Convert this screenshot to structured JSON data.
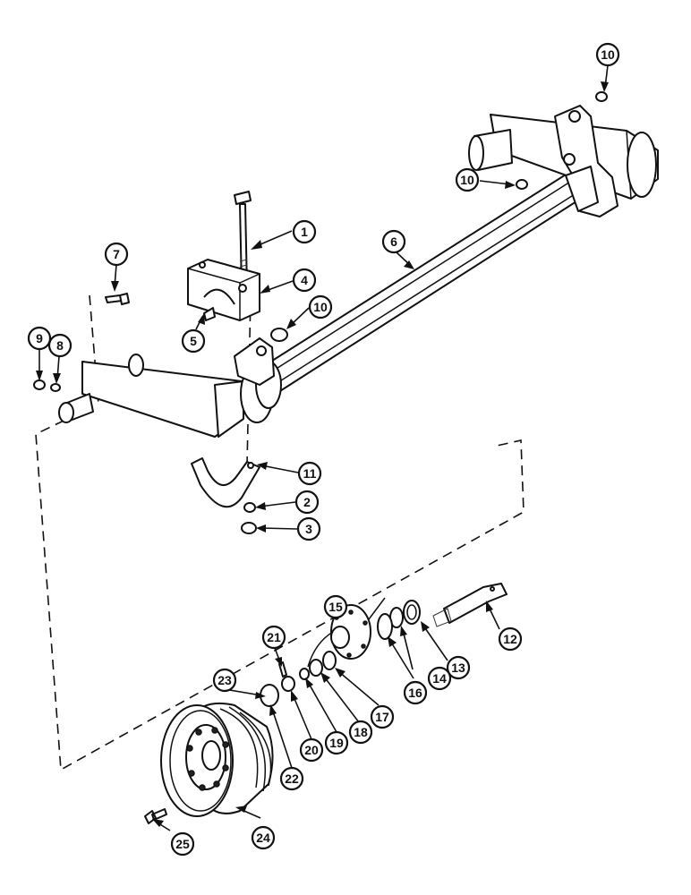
{
  "callouts": [
    {
      "id": "c1",
      "label": "1"
    },
    {
      "id": "c2",
      "label": "2"
    },
    {
      "id": "c3",
      "label": "3"
    },
    {
      "id": "c4",
      "label": "4"
    },
    {
      "id": "c5",
      "label": "5"
    },
    {
      "id": "c6",
      "label": "6"
    },
    {
      "id": "c7",
      "label": "7"
    },
    {
      "id": "c8",
      "label": "8"
    },
    {
      "id": "c9",
      "label": "9"
    },
    {
      "id": "c10a",
      "label": "10"
    },
    {
      "id": "c10b",
      "label": "10"
    },
    {
      "id": "c10c",
      "label": "10"
    },
    {
      "id": "c11",
      "label": "11"
    },
    {
      "id": "c12",
      "label": "12"
    },
    {
      "id": "c13",
      "label": "13"
    },
    {
      "id": "c14",
      "label": "14"
    },
    {
      "id": "c15",
      "label": "15"
    },
    {
      "id": "c16",
      "label": "16"
    },
    {
      "id": "c17",
      "label": "17"
    },
    {
      "id": "c18",
      "label": "18"
    },
    {
      "id": "c19",
      "label": "19"
    },
    {
      "id": "c20",
      "label": "20"
    },
    {
      "id": "c21",
      "label": "21"
    },
    {
      "id": "c22",
      "label": "22"
    },
    {
      "id": "c23",
      "label": "23"
    },
    {
      "id": "c24",
      "label": "24"
    },
    {
      "id": "c25",
      "label": "25"
    }
  ]
}
